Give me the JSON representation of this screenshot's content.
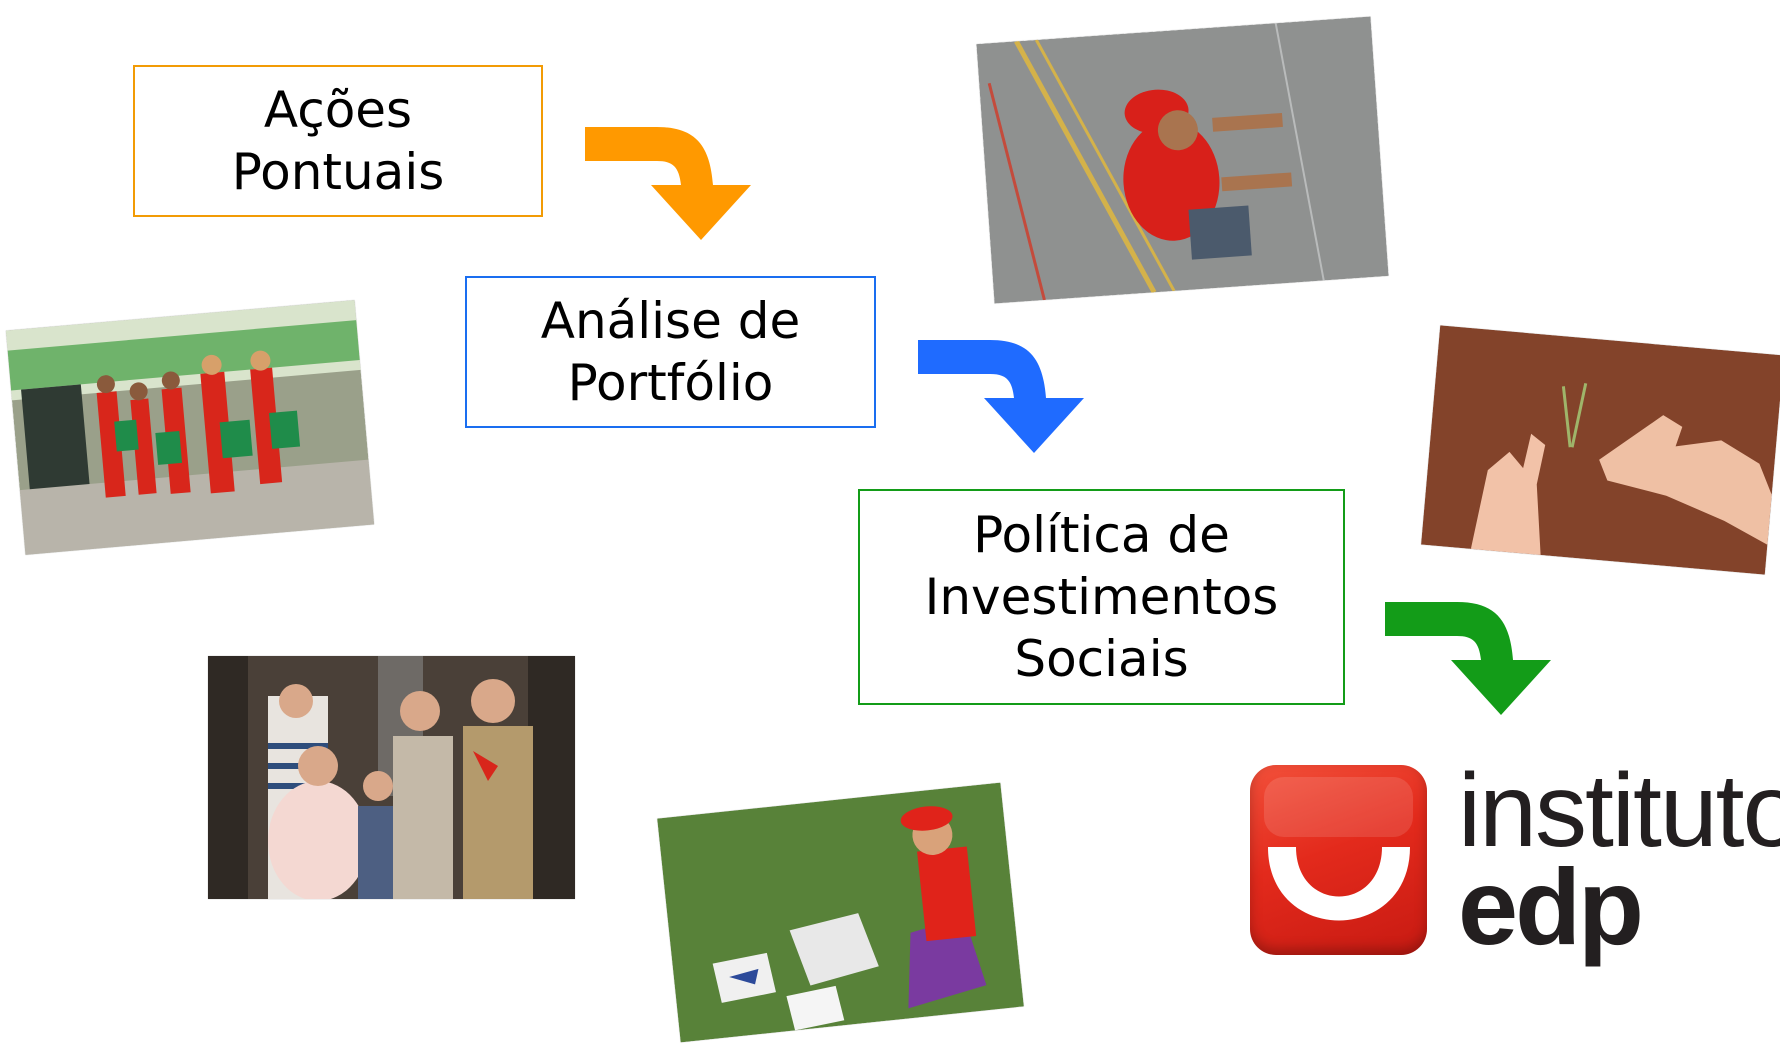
{
  "steps": [
    {
      "lines": [
        "Ações",
        "Pontuais"
      ],
      "color": "#f29b05"
    },
    {
      "lines": [
        "Análise de",
        "Portfólio"
      ],
      "color": "#1a6ef0"
    },
    {
      "lines": [
        "Política de",
        "Investimentos",
        "Sociais"
      ],
      "color": "#139c18"
    }
  ],
  "arrows": [
    {
      "color": "#ff9900",
      "icon": "curved-down-arrow"
    },
    {
      "color": "#1f6bff",
      "icon": "curved-down-arrow"
    },
    {
      "color": "#139c18",
      "icon": "curved-down-arrow"
    }
  ],
  "logo": {
    "word1": "instituto",
    "word2": "edp",
    "icon": "edp-smile-icon",
    "square_color": "#e32a1c"
  },
  "photos": [
    {
      "name": "school-kids-photo"
    },
    {
      "name": "chalk-drawing-photo"
    },
    {
      "name": "planting-soil-photo"
    },
    {
      "name": "theater-cast-photo"
    },
    {
      "name": "child-on-grass-photo"
    }
  ]
}
